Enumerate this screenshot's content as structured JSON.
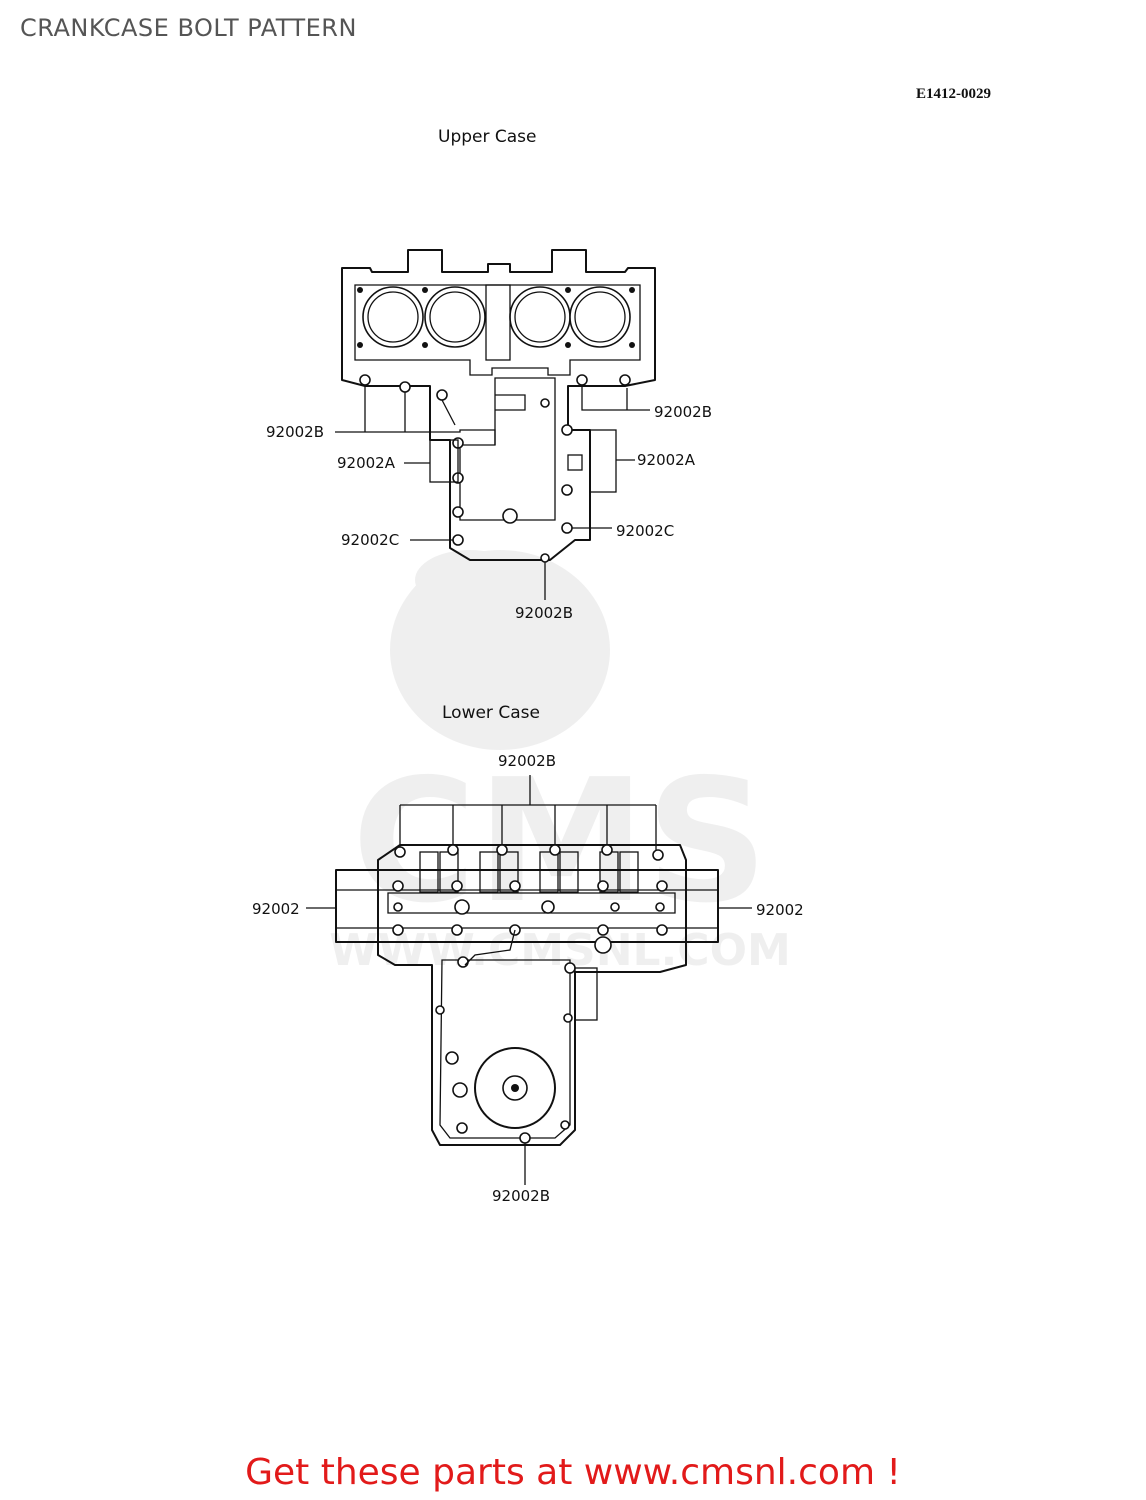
{
  "title": "CRANKCASE BOLT PATTERN",
  "diagram_code": "E1412-0029",
  "upper_case": {
    "title": "Upper Case",
    "labels": {
      "b_left": "92002B",
      "b_right": "92002B",
      "a_left": "92002A",
      "a_right": "92002A",
      "c_left": "92002C",
      "c_right": "92002C",
      "b_bottom": "92002B"
    }
  },
  "lower_case": {
    "title": "Lower Case",
    "labels": {
      "b_top": "92002B",
      "left": "92002",
      "right": "92002",
      "b_bottom": "92002B"
    }
  },
  "watermark": {
    "text": "CMS",
    "url_text": "WWW.CMSNL.COM"
  },
  "footer": {
    "text": "Get these parts at www.cmsnl.com !",
    "color": "#e21a1a"
  }
}
